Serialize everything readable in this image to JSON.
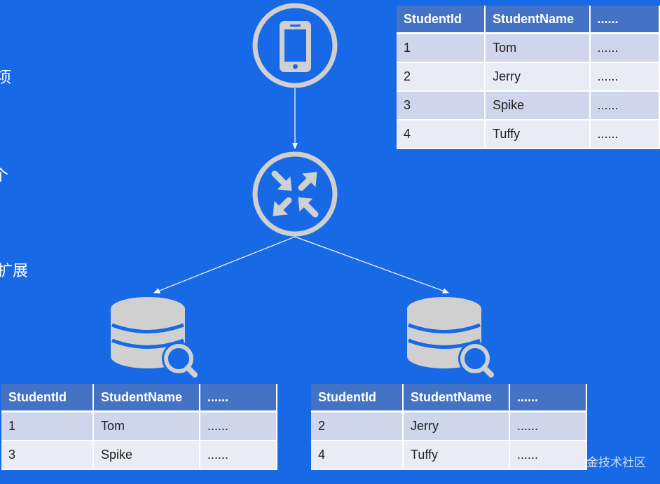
{
  "left_fragments": [
    "项",
    "个",
    "扩展"
  ],
  "columns": [
    "StudentId",
    "StudentName",
    "......"
  ],
  "tables": {
    "top": {
      "rows": [
        [
          "1",
          "Tom",
          "......"
        ],
        [
          "2",
          "Jerry",
          "......"
        ],
        [
          "3",
          "Spike",
          "......"
        ],
        [
          "4",
          "Tuffy",
          "......"
        ]
      ]
    },
    "bottom_left": {
      "rows": [
        [
          "1",
          "Tom",
          "......"
        ],
        [
          "3",
          "Spike",
          "......"
        ]
      ]
    },
    "bottom_right": {
      "rows": [
        [
          "2",
          "Jerry",
          "......"
        ],
        [
          "4",
          "Tuffy",
          "......"
        ]
      ]
    }
  },
  "icons": {
    "client": "mobile-phone-icon",
    "router": "router-icon",
    "db_left": "database-search-icon",
    "db_right": "database-search-icon"
  },
  "watermark": "@稀土掘金技术社区",
  "colors": {
    "background": "#1769e6",
    "header": "#4472c4",
    "row_odd": "#cfd5ea",
    "row_even": "#e9ebf5",
    "icon": "#d0d0d0"
  }
}
